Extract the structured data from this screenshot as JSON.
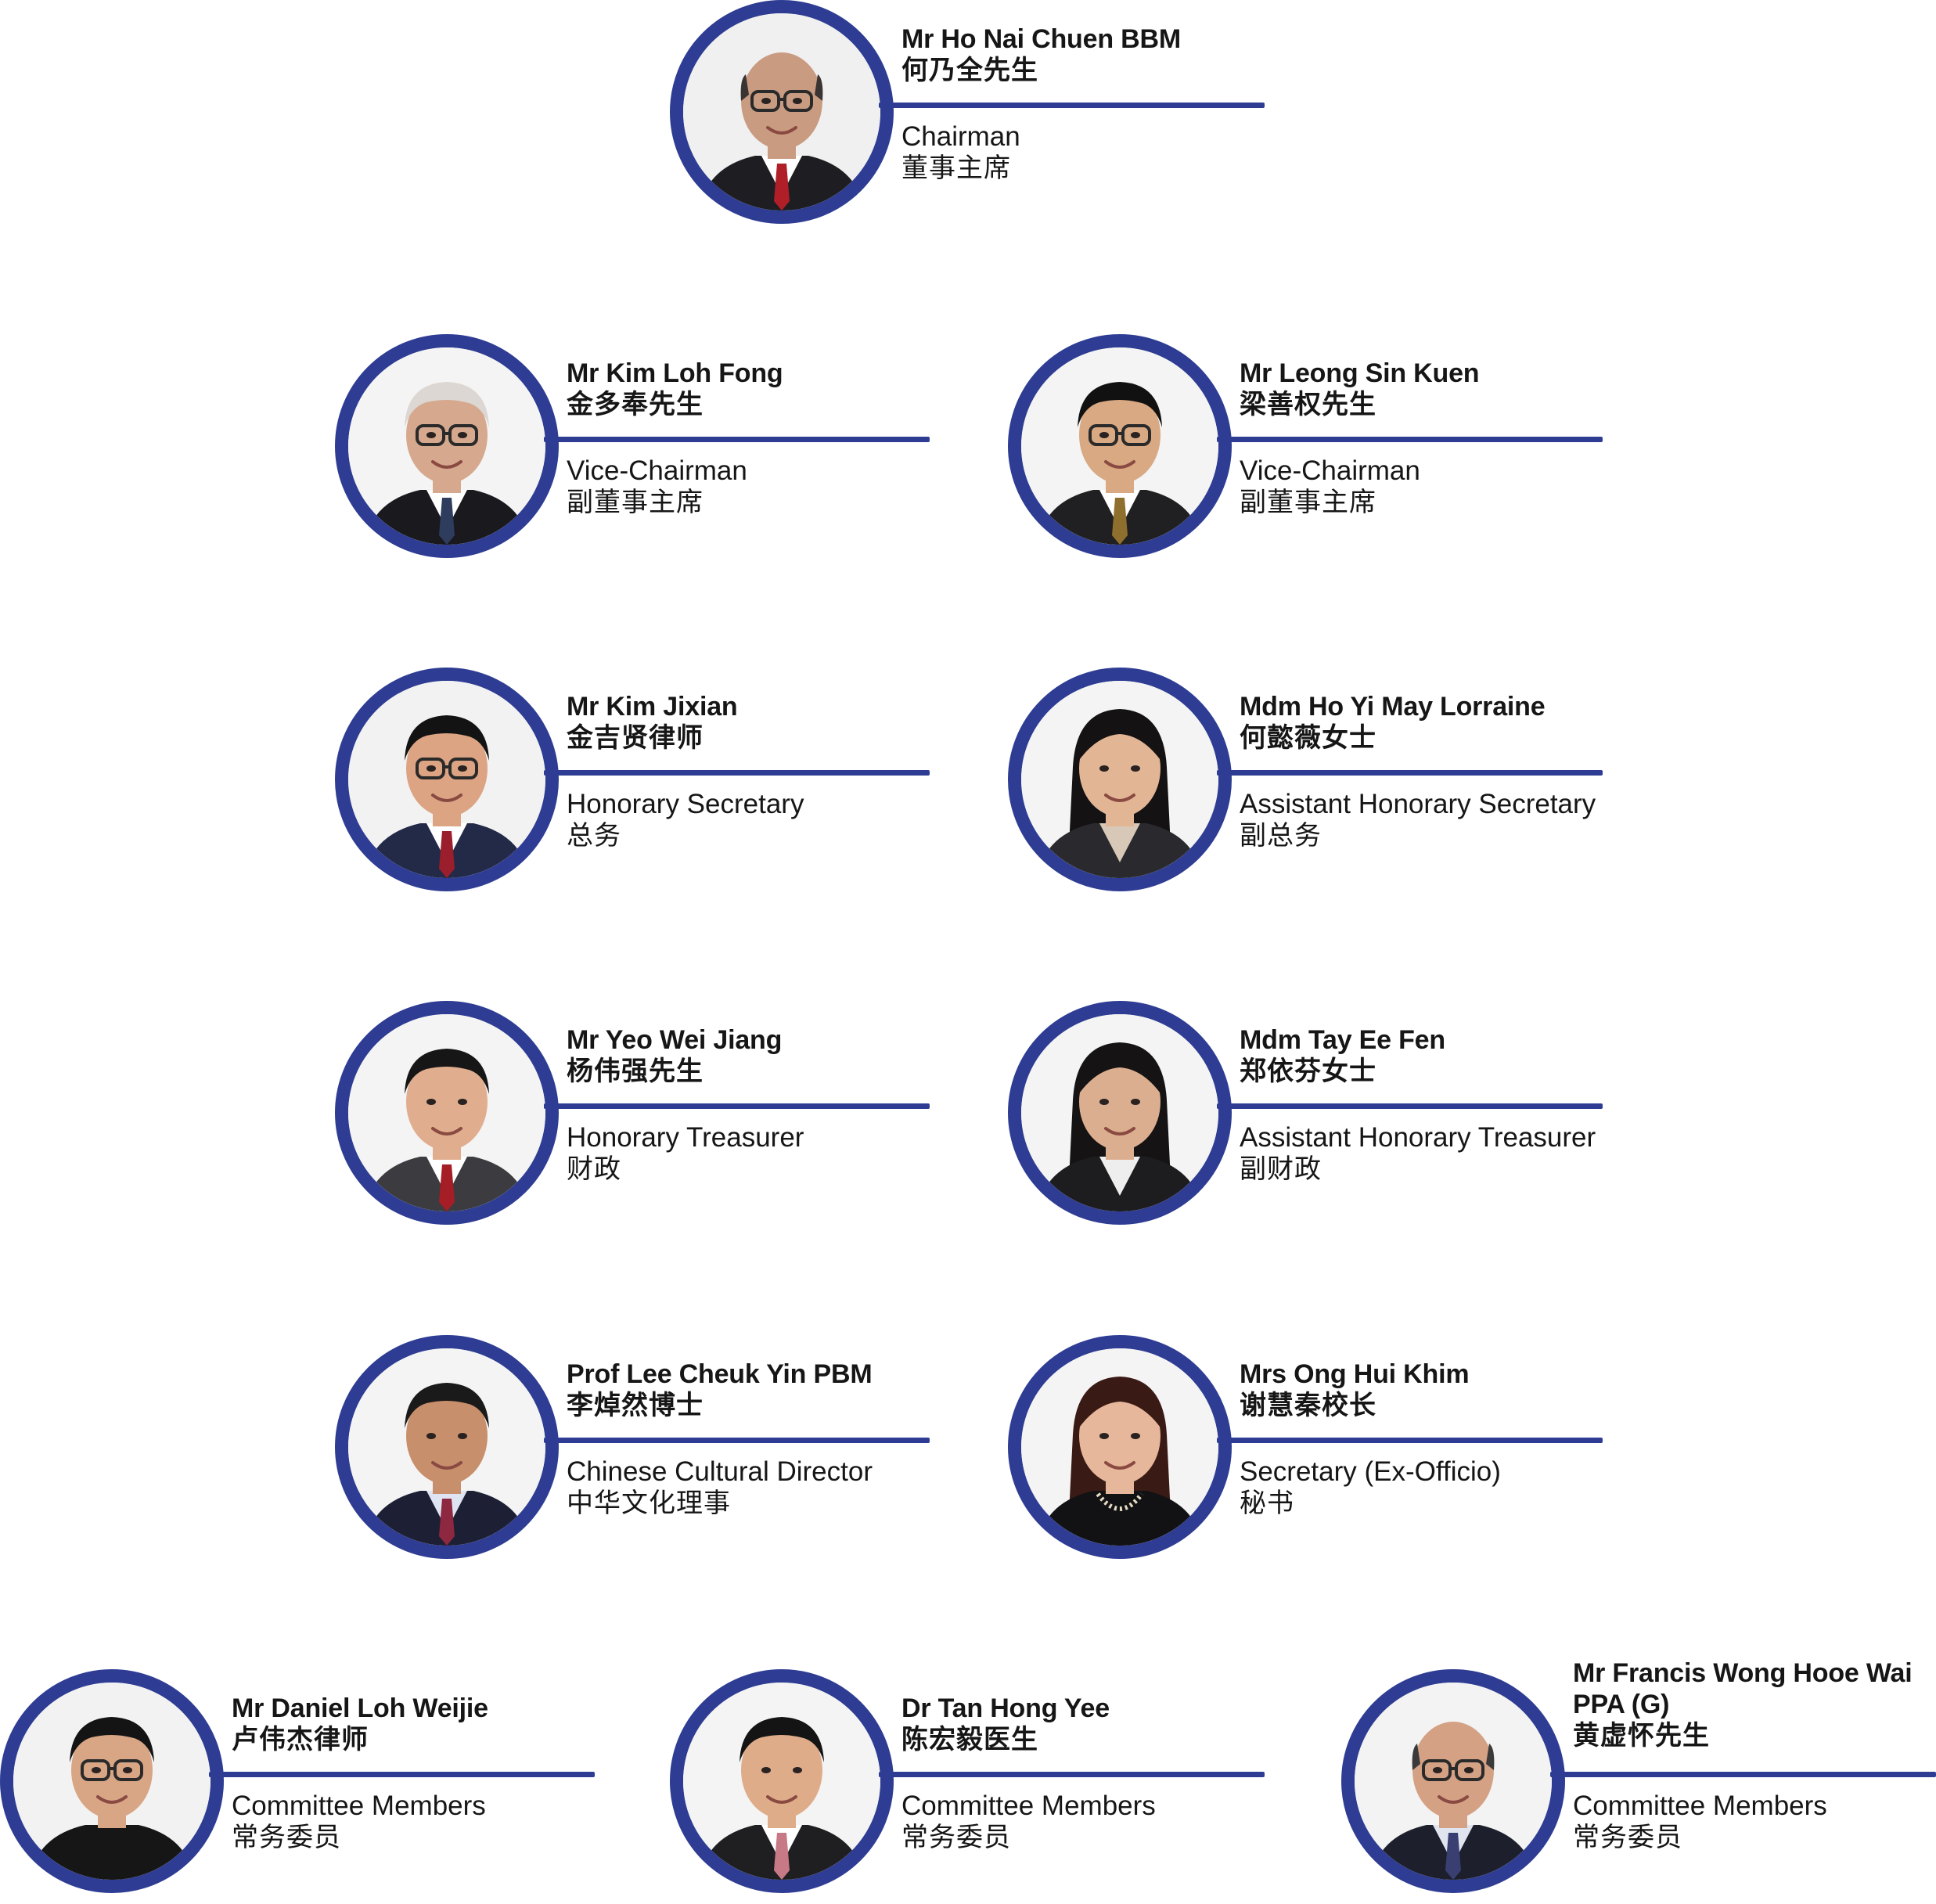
{
  "colors": {
    "accent": "#2e3d93",
    "text": "#161616",
    "background": "#ffffff"
  },
  "members": [
    {
      "name_lines": [
        "Mr Ho Nai Chuen BBM"
      ],
      "name_cn": "何乃全先生",
      "role_en": "Chairman",
      "role_cn": "董事主席",
      "avatar": {
        "hair": "#3a3532",
        "skin": "#c99c82",
        "suit": "#1e1e22",
        "shirt": "#ffffff",
        "tie": "#b01f28",
        "glasses": true,
        "bald": true,
        "bg": "#f0f0f0"
      }
    },
    {
      "name_lines": [
        "Mr Kim Loh Fong"
      ],
      "name_cn": "金多奉先生",
      "role_en": "Vice-Chairman",
      "role_cn": "副董事主席",
      "avatar": {
        "hair": "#dcd7d2",
        "skin": "#d6a88e",
        "suit": "#1a1a1e",
        "shirt": "#ffffff",
        "tie": "#2e3c5e",
        "glasses": true,
        "bald": false,
        "bg": "#f4f4f4"
      }
    },
    {
      "name_lines": [
        "Mr Leong Sin Kuen"
      ],
      "name_cn": "梁善权先生",
      "role_en": "Vice-Chairman",
      "role_cn": "副董事主席",
      "avatar": {
        "hair": "#111111",
        "skin": "#d8a983",
        "suit": "#202022",
        "shirt": "#ffffff",
        "tie": "#8f6f2d",
        "glasses": true,
        "bald": false,
        "bg": "#f4f4f4"
      }
    },
    {
      "name_lines": [
        "Mr Kim Jixian"
      ],
      "name_cn": "金吉贤律师",
      "role_en": "Honorary Secretary",
      "role_cn": "总务",
      "avatar": {
        "hair": "#131313",
        "skin": "#dca483",
        "suit": "#222a48",
        "shirt": "#ffffff",
        "tie": "#9a1e2b",
        "glasses": true,
        "bald": false,
        "bg": "#f2f2f2"
      }
    },
    {
      "name_lines": [
        "Mdm Ho Yi May Lorraine"
      ],
      "name_cn": "何懿薇女士",
      "role_en": "Assistant Honorary Secretary",
      "role_cn": "副总务",
      "avatar": {
        "hair": "#141212",
        "skin": "#e2b595",
        "suit": "#2a2a2e",
        "shirt": "#d8c8b8",
        "tie": "",
        "glasses": false,
        "bald": false,
        "bg": "#f4f4f4",
        "long_hair": true
      }
    },
    {
      "name_lines": [
        "Mr Yeo Wei Jiang"
      ],
      "name_cn": "杨伟强先生",
      "role_en": "Honorary Treasurer",
      "role_cn": "财政",
      "avatar": {
        "hair": "#161616",
        "skin": "#e0ae8e",
        "suit": "#3c3c40",
        "shirt": "#ffffff",
        "tie": "#a51e26",
        "glasses": false,
        "bald": false,
        "bg": "#f4f4f4"
      }
    },
    {
      "name_lines": [
        "Mdm Tay Ee Fen"
      ],
      "name_cn": "郑依芬女士",
      "role_en": "Assistant Honorary Treasurer",
      "role_cn": "副财政",
      "avatar": {
        "hair": "#151313",
        "skin": "#dcae90",
        "suit": "#1d1d20",
        "shirt": "#eeeeee",
        "tie": "",
        "glasses": false,
        "bald": false,
        "bg": "#f4f4f4",
        "long_hair": true
      }
    },
    {
      "name_lines": [
        "Prof Lee Cheuk Yin PBM"
      ],
      "name_cn": "李焯然博士",
      "role_en": "Chinese Cultural Director",
      "role_cn": "中华文化理事",
      "avatar": {
        "hair": "#1a1a1a",
        "skin": "#c88f6c",
        "suit": "#1d1f35",
        "shirt": "#dfe4f2",
        "tie": "#8e2740",
        "glasses": false,
        "bald": false,
        "bg": "#f4f4f4"
      }
    },
    {
      "name_lines": [
        "Mrs Ong Hui Khim"
      ],
      "name_cn": "谢慧秦校长",
      "role_en": "Secretary (Ex-Officio)",
      "role_cn": "秘书",
      "avatar": {
        "hair": "#3a1a14",
        "skin": "#e6b79a",
        "suit": "#121214",
        "shirt": "#121214",
        "tie": "",
        "glasses": false,
        "bald": false,
        "bg": "#f4f4f4",
        "long_hair": true,
        "necklace": true
      }
    },
    {
      "name_lines": [
        "Mr Daniel Loh Weijie"
      ],
      "name_cn": "卢伟杰律师",
      "role_en": "Committee Members",
      "role_cn": "常务委员",
      "avatar": {
        "hair": "#141414",
        "skin": "#d8a585",
        "suit": "#161616",
        "shirt": "#161616",
        "tie": "",
        "glasses": true,
        "bald": false,
        "bg": "#f2f2f2"
      }
    },
    {
      "name_lines": [
        "Dr Tan Hong Yee"
      ],
      "name_cn": "陈宏毅医生",
      "role_en": "Committee Members",
      "role_cn": "常务委员",
      "avatar": {
        "hair": "#141414",
        "skin": "#dfac8a",
        "suit": "#1f1f22",
        "shirt": "#ffffff",
        "tie": "#c77a86",
        "glasses": false,
        "bald": false,
        "bg": "#f4f4f4"
      }
    },
    {
      "name_lines": [
        "Mr Francis Wong Hooe Wai",
        "PPA (G)"
      ],
      "name_cn": "黄虚怀先生",
      "role_en": "Committee Members",
      "role_cn": "常务委员",
      "avatar": {
        "hair": "#3a3a3a",
        "skin": "#d4a184",
        "suit": "#1d1f2c",
        "shirt": "#dfe4ef",
        "tie": "#3a3f72",
        "glasses": true,
        "bald": true,
        "bg": "#f3f3f3"
      }
    }
  ]
}
